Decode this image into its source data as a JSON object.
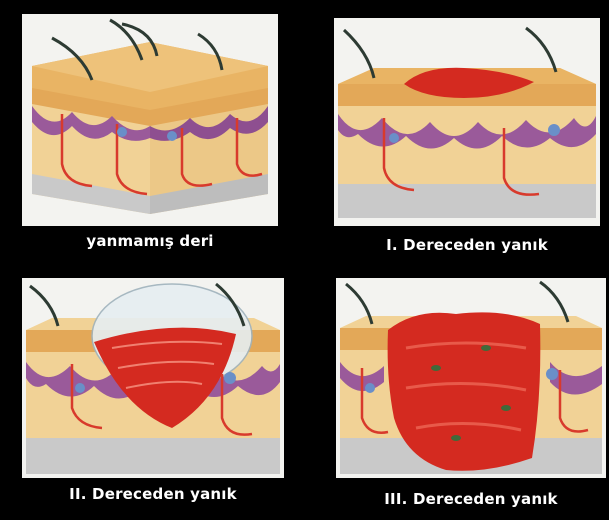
{
  "panels": [
    {
      "label": "yanmamış deri"
    },
    {
      "label": "I. Dereceden yanık"
    },
    {
      "label": "II. Dereceden yanık"
    },
    {
      "label": "III. Dereceden yanık"
    }
  ],
  "colors": {
    "background": "#000000",
    "epidermis": "#e8b86a",
    "dermis": "#f1d296",
    "glands": "#9a5a9a",
    "burn": "#d42a20",
    "subcutis": "#c9c9c9",
    "hair": "#2d3b33"
  }
}
